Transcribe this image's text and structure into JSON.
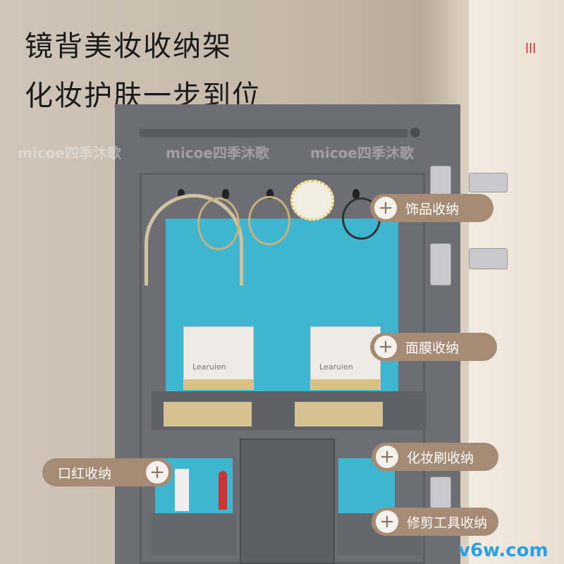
{
  "headline": {
    "line1": "镜背美妆收纳架",
    "line2": "化妆护肤一步到位"
  },
  "watermark": {
    "brand": "micoe四季沐歌",
    "site": "v6w.com"
  },
  "products": {
    "mask_brand": "Learuien"
  },
  "callouts": [
    {
      "label": "饰品收纳",
      "icon": "plus-icon"
    },
    {
      "label": "面膜收纳",
      "icon": "plus-icon"
    },
    {
      "label": "化妆刷收纳",
      "icon": "plus-icon"
    },
    {
      "label": "修剪工具收纳",
      "icon": "plus-icon"
    },
    {
      "label": "口红收纳",
      "icon": "plus-icon"
    }
  ],
  "colors": {
    "panel": "#6d6e73",
    "accent_blue": "#3fb5cf",
    "pill": "#a58a74"
  }
}
